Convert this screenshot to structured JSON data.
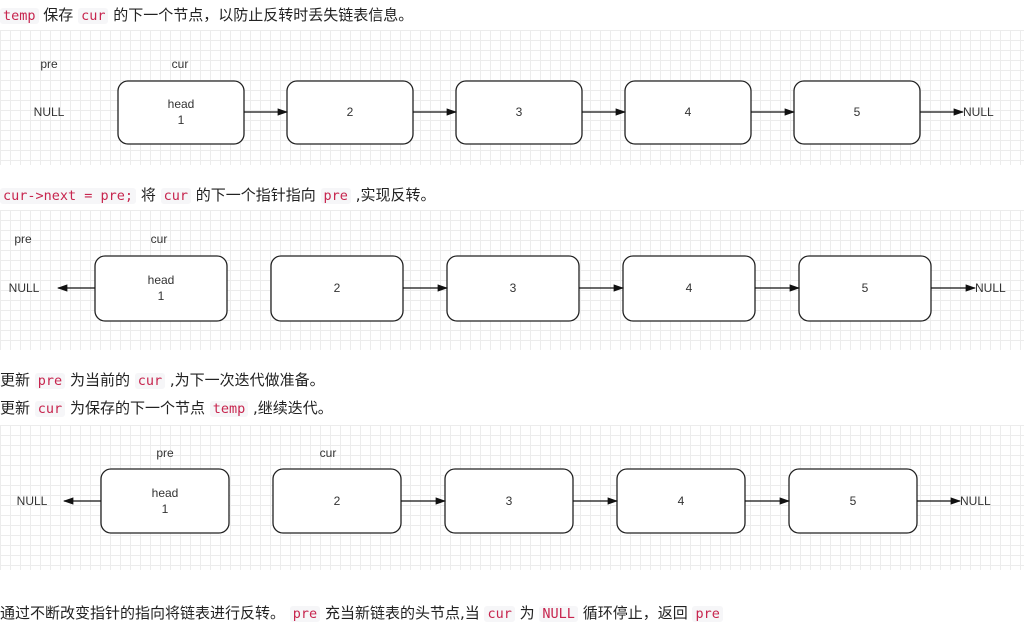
{
  "captions": {
    "line1": [
      {
        "code": "temp"
      },
      {
        "text": " 保存 "
      },
      {
        "code": "cur"
      },
      {
        "text": " 的下一个节点，以防止反转时丢失链表信息。"
      }
    ],
    "line2": [
      {
        "code": "cur->next = pre;"
      },
      {
        "text": " 将 "
      },
      {
        "code": "cur"
      },
      {
        "text": " 的下一个指针指向 "
      },
      {
        "code": "pre"
      },
      {
        "text": " ,实现反转。"
      }
    ],
    "line3": [
      {
        "text": "更新 "
      },
      {
        "code": "pre"
      },
      {
        "text": " 为当前的 "
      },
      {
        "code": "cur"
      },
      {
        "text": " ,为下一次迭代做准备。"
      }
    ],
    "line4": [
      {
        "text": "更新 "
      },
      {
        "code": "cur"
      },
      {
        "text": " 为保存的下一个节点 "
      },
      {
        "code": "temp"
      },
      {
        "text": " ,继续迭代。"
      }
    ],
    "line5": [
      {
        "text": "通过不断改变指针的指向将链表进行反转。 "
      },
      {
        "code": "pre"
      },
      {
        "text": " 充当新链表的头节点,当 "
      },
      {
        "code": "cur"
      },
      {
        "text": " 为 "
      },
      {
        "code": "NULL"
      },
      {
        "text": " 循环停止，返回 "
      },
      {
        "code": "pre"
      }
    ]
  },
  "diagrams": [
    {
      "pointers": {
        "pre": "pre",
        "cur": "cur"
      },
      "null_left": "NULL",
      "null_right": "NULL",
      "nodes": [
        {
          "line1": "head",
          "line2": "1"
        },
        {
          "line1": "",
          "line2": "2"
        },
        {
          "line1": "",
          "line2": "3"
        },
        {
          "line1": "",
          "line2": "4"
        },
        {
          "line1": "",
          "line2": "5"
        }
      ]
    },
    {
      "pointers": {
        "pre": "pre",
        "cur": "cur"
      },
      "null_left": "NULL",
      "null_right": "NULL",
      "nodes": [
        {
          "line1": "head",
          "line2": "1"
        },
        {
          "line1": "",
          "line2": "2"
        },
        {
          "line1": "",
          "line2": "3"
        },
        {
          "line1": "",
          "line2": "4"
        },
        {
          "line1": "",
          "line2": "5"
        }
      ]
    },
    {
      "pointers": {
        "pre": "pre",
        "cur": "cur"
      },
      "null_left": "NULL",
      "null_right": "NULL",
      "nodes": [
        {
          "line1": "head",
          "line2": "1"
        },
        {
          "line1": "",
          "line2": "2"
        },
        {
          "line1": "",
          "line2": "3"
        },
        {
          "line1": "",
          "line2": "4"
        },
        {
          "line1": "",
          "line2": "5"
        }
      ]
    }
  ]
}
